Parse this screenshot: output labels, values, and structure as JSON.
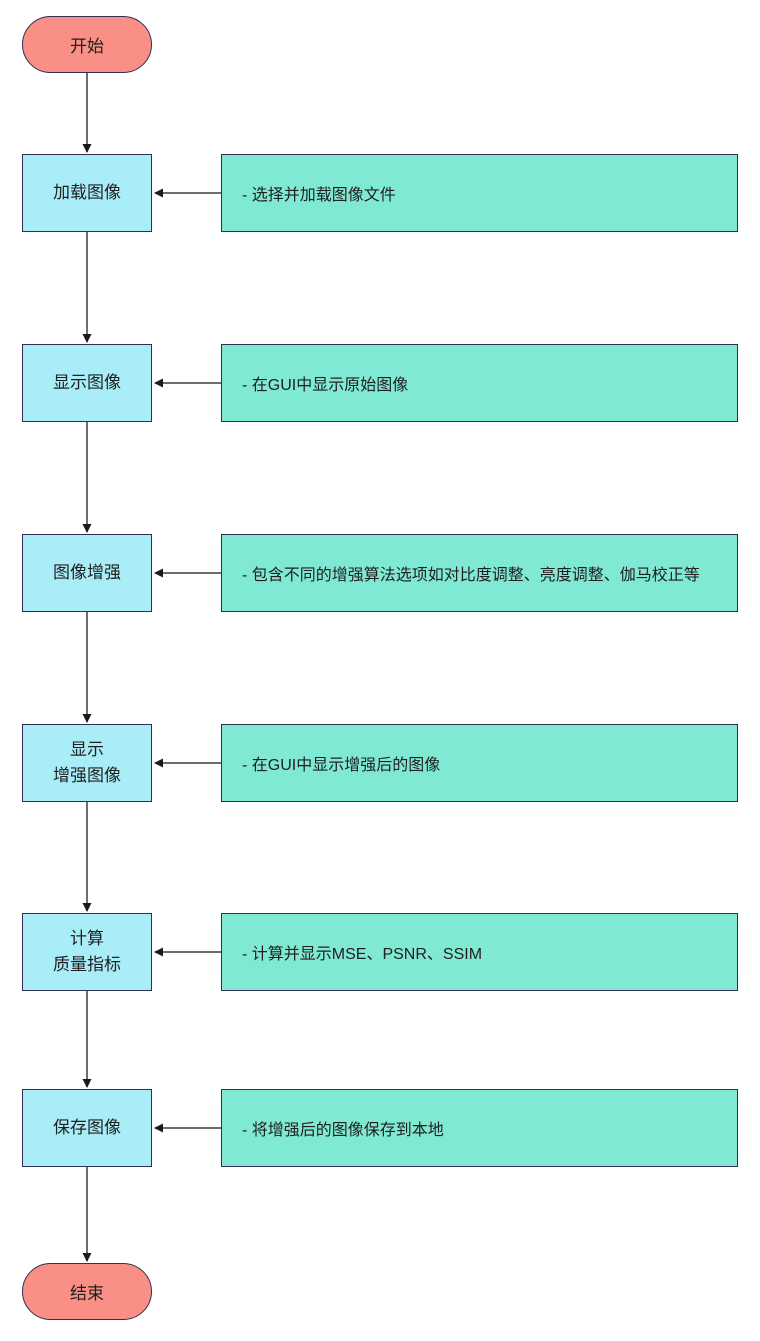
{
  "diagram": {
    "type": "flowchart",
    "title": "image-enhancement-gui-flow",
    "terminals": {
      "start": "开始",
      "end": "结束"
    },
    "steps": [
      {
        "box": "加载图像",
        "note": "- 选择并加载图像文件"
      },
      {
        "box": "显示图像",
        "note": "- 在GUI中显示原始图像"
      },
      {
        "box": "图像增强",
        "note": "- 包含不同的增强算法选项如对比度调整、亮度调整、伽马校正等"
      },
      {
        "box": "显示\n增强图像",
        "note": "- 在GUI中显示增强后的图像"
      },
      {
        "box": "计算\n质量指标",
        "note": "- 计算并显示MSE、PSNR、SSIM"
      },
      {
        "box": "保存图像",
        "note": "- 将增强后的图像保存到本地"
      }
    ]
  },
  "colors": {
    "terminal_fill": "#F98F85",
    "process_fill": "#A9EDF9",
    "note_fill": "#7FE9D3",
    "node_border": "#2F2F54",
    "arrow_color": "#3d3d3d",
    "text_color": "#1f1f1f",
    "canvas_bg": "#ffffff"
  }
}
